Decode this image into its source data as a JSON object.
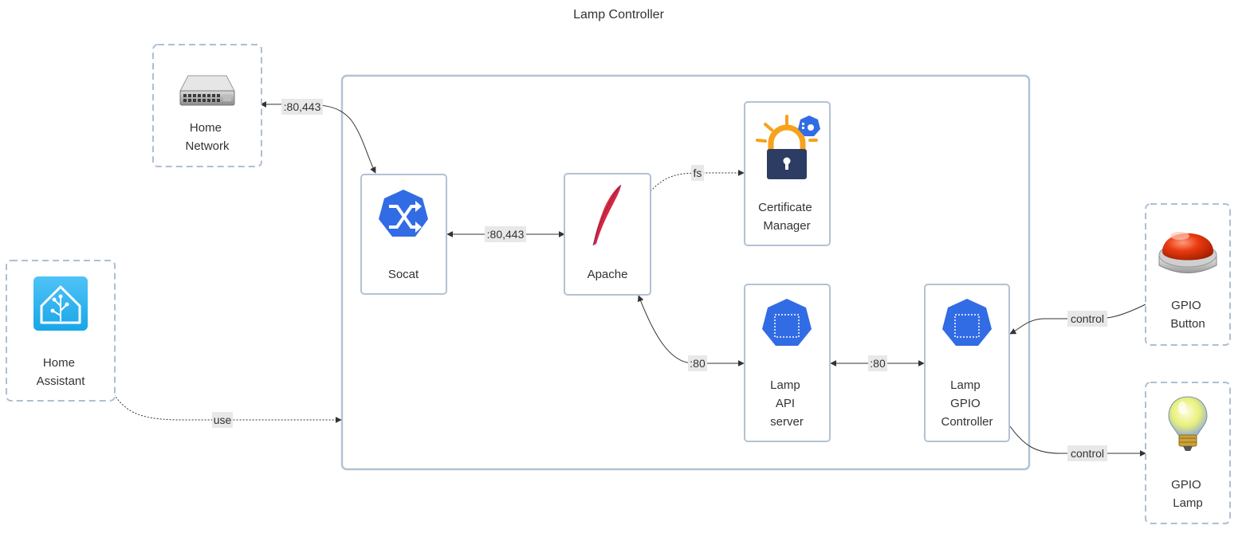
{
  "title": "Lamp Controller",
  "nodes": {
    "home_network": {
      "line1": "Home",
      "line2": "Network",
      "icon": "network-switch-icon"
    },
    "home_assistant": {
      "line1": "Home",
      "line2": "Assistant",
      "icon": "home-assistant-icon"
    },
    "socat": {
      "line1": "Socat",
      "icon": "shuffle-hexagon-icon"
    },
    "apache": {
      "line1": "Apache",
      "icon": "apache-feather-icon"
    },
    "cert_manager": {
      "line1": "Certificate",
      "line2": "Manager",
      "icon": "lets-encrypt-lock-icon"
    },
    "lamp_api": {
      "line1": "Lamp",
      "line2": "API",
      "line3": "server",
      "icon": "kubernetes-pod-icon"
    },
    "lamp_gpio": {
      "line1": "Lamp",
      "line2": "GPIO",
      "line3": "Controller",
      "icon": "kubernetes-pod-icon"
    },
    "gpio_button": {
      "line1": "GPIO",
      "line2": "Button",
      "icon": "red-button-icon"
    },
    "gpio_lamp": {
      "line1": "GPIO",
      "line2": "Lamp",
      "icon": "light-bulb-icon"
    }
  },
  "edges": {
    "network_socat": ":80,443",
    "socat_apache": ":80,443",
    "apache_cert": "fs",
    "apache_api": ":80",
    "api_gpio": ":80",
    "button_gpio": "control",
    "gpio_lamp": "control",
    "assistant_group": "use"
  },
  "colors": {
    "border": "#b3c2d3",
    "dashed_border": "#aebfd2",
    "kube_blue": "#326ce5",
    "label_bg": "#e8e8e8"
  }
}
